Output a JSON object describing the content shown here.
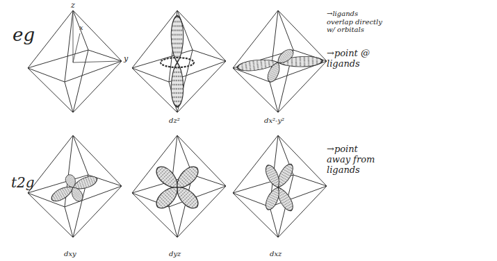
{
  "diagram": {
    "labels": [
      "z",
      "x",
      "y",
      "eg",
      "dz²",
      "dx²-y²",
      "dxy",
      "dyz",
      "dxz",
      "→ligands overlap directly w/ orbitals",
      "→point @ ligands",
      "t2g",
      "→point away from ligands"
    ]
  }
}
